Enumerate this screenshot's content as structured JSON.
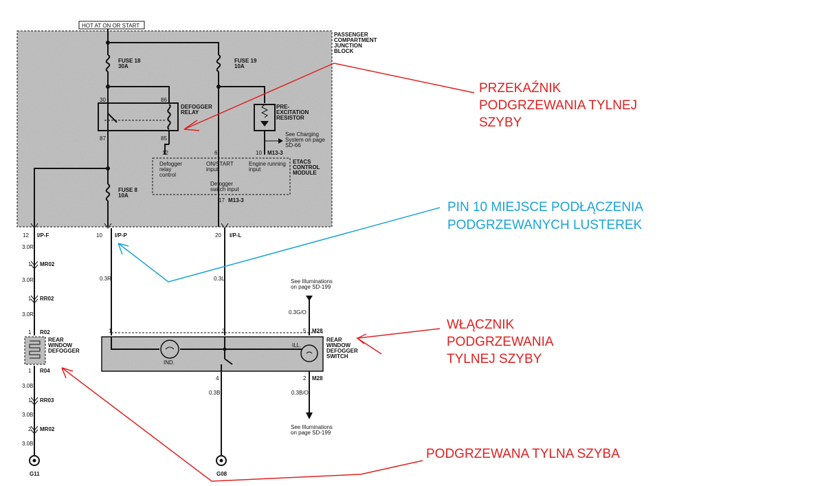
{
  "colors": {
    "red": "#e02020",
    "blue": "#1aa3d9",
    "ink": "#111111",
    "block_bg": "#bdbdbd"
  },
  "labels": {
    "hot": "HOT AT ON OR START",
    "pcjb_1": "PASSENGER",
    "pcjb_2": "COMPARTMENT",
    "pcjb_3": "JUNCTION",
    "pcjb_4": "BLOCK",
    "fuse18": "FUSE 18",
    "fuse18_a": "30A",
    "fuse19": "FUSE 19",
    "fuse19_a": "10A",
    "fuse8": "FUSE 8",
    "fuse8_a": "10A",
    "relay_1": "DEFOGGER",
    "relay_2": "RELAY",
    "pin30": "30",
    "pin86": "86",
    "pin87": "87",
    "pin85": "85",
    "pre_1": "PRE-",
    "pre_2": "EXCITATION",
    "pre_3": "RESISTOR",
    "charging_1": "See Charging",
    "charging_2": "System on page",
    "charging_3": "SD-66",
    "pin12": "12",
    "pin6": "6",
    "pin10": "10",
    "m13_3": "M13-3",
    "etacs_1": "ETACS",
    "etacs_2": "CONTROL",
    "etacs_3": "MODULE",
    "in1_1": "Defogger",
    "in1_2": "relay",
    "in1_3": "control",
    "in2_1": "ON/START",
    "in2_2": "input",
    "in3_1": "Engine running",
    "in3_2": "input",
    "in4_1": "Defogger",
    "in4_2": "switch input",
    "pin17": "17",
    "m13_3b": "M13-3",
    "c12": "12",
    "ipf": "I/P-F",
    "c10": "10",
    "ipp": "I/P-P",
    "c20": "20",
    "ipl": "I/P-L",
    "w30r_1": "3.0R",
    "w30r_2": "3.0R",
    "w30r_3": "3.0R",
    "mr02": "MR02",
    "rr02": "RR02",
    "r02": "R02",
    "r04": "R04",
    "one_a": "1",
    "one_b": "1",
    "one_c": "1",
    "one_d": "1",
    "one_e": "1",
    "two_a": "2",
    "rwd_1": "REAR",
    "rwd_2": "WINDOW",
    "rwd_3": "DEFOGGER",
    "w30b_1": "3.0B",
    "w30b_2": "3.0B",
    "w30b_3": "3.0B",
    "rr03": "RR03",
    "mr02b": "MR02",
    "g11": "G11",
    "w03r": "0.3R",
    "w03l": "0.3L",
    "illum_1": "See Illuminations",
    "illum_2": "on page SD-199",
    "w03go": "0.3G/O",
    "sw_p1": "1",
    "sw_p3": "3",
    "sw_p5": "5",
    "m28": "M28",
    "ind": "IND.",
    "ill": "ILL.",
    "rwds_1": "REAR",
    "rwds_2": "WINDOW",
    "rwds_3": "DEFOGGER",
    "rwds_4": "SWITCH",
    "sw_p4": "4",
    "sw_p2": "2",
    "m28b": "M28",
    "w03b": "0.3B",
    "w03bo": "0.3B/O",
    "illum_3": "See Illuminations",
    "illum_4": "on page SD-199",
    "g08": "G08"
  },
  "annotations": {
    "relay_1": "PRZEKAŹNIK",
    "relay_2": "PODGRZEWANIA TYLNEJ",
    "relay_3": "SZYBY",
    "pin_1": "PIN 10 MIEJSCE PODŁĄCZENIA",
    "pin_2": "PODGRZEWANYCH LUSTEREK",
    "switch_1": "WŁĄCZNIK",
    "switch_2": "PODGRZEWANIA",
    "switch_3": "TYLNEJ SZYBY",
    "glass": "PODGRZEWANA TYLNA SZYBA"
  }
}
